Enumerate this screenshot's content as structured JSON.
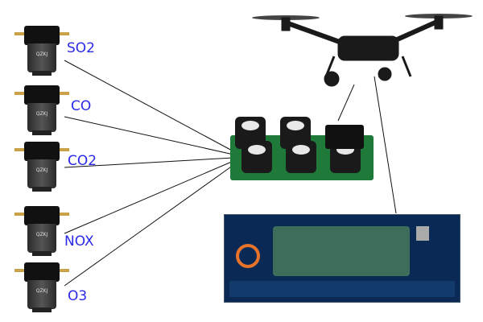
{
  "sensors": [
    {
      "gas": "SO2",
      "brand": "QZKJ"
    },
    {
      "gas": "CO",
      "brand": "QZKJ"
    },
    {
      "gas": "CO2",
      "brand": "QZKJ"
    },
    {
      "gas": "NOX",
      "brand": "QZKJ"
    },
    {
      "gas": "O3",
      "brand": "QZKJ"
    }
  ],
  "colors": {
    "label": "#2a2ae8",
    "board": "#1f7a3a",
    "dashboard": "#0a2a55"
  }
}
